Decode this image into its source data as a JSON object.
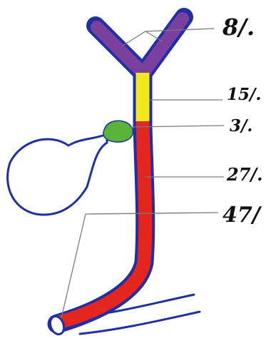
{
  "labels": {
    "hepatic_ducts": "8/.",
    "common_hepatic_duct": "15/.",
    "cystic_junction": "3/.",
    "upper_common_bile_duct": "27/.",
    "distal_common_bile_duct": "47/"
  },
  "colors": {
    "outline": "#1f2fa6",
    "hepatic_ducts": "#7b3f9e",
    "common_hepatic_duct": "#f2e61c",
    "cystic_junction": "#5bb43a",
    "common_bile_duct": "#e4261f",
    "leader_line": "#7a7a7a",
    "text": "#111111"
  }
}
